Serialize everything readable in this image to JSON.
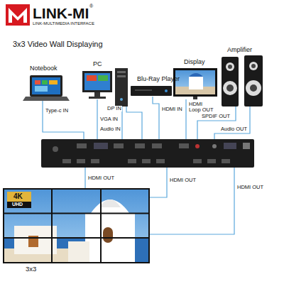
{
  "diagram": {
    "title": "3x3 Video Wall Displaying",
    "nodes": [
      {
        "text": [
          "Notebook"
        ]
      },
      {
        "text": [
          "PC"
        ]
      },
      {
        "text": [
          "Blu-Ray Player"
        ]
      },
      {
        "text": [
          "Display"
        ]
      },
      {
        "text": [
          "Amplifier"
        ]
      },
      {
        "text": [
          "3x3"
        ]
      }
    ],
    "labels": [
      "LINK-MI",
      "®",
      "LINK-MULTIMEDIA INTERFACE",
      "Type-c IN",
      "VGA IN",
      "Audio IN",
      "DP IN",
      "HDMI IN",
      "HDMI Loop OUT",
      "SPDIF OUT",
      "Audio OUT",
      "HDMI OUT",
      "HDMI OUT",
      "HDMI OUT",
      "4K",
      "UHD"
    ]
  }
}
